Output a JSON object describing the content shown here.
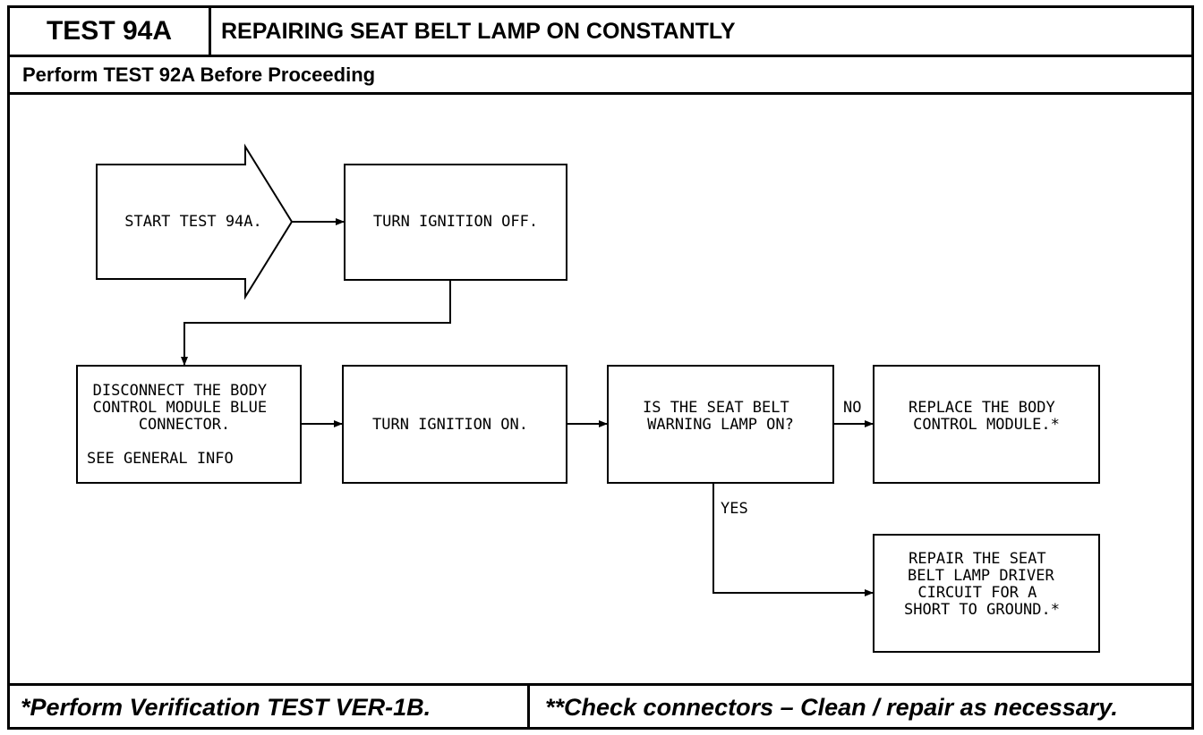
{
  "header": {
    "test_id": "TEST 94A",
    "title": "REPAIRING SEAT BELT LAMP ON CONSTANTLY",
    "prerequisite": "Perform TEST 92A Before Proceeding"
  },
  "flowchart": {
    "start": [
      "START TEST 94A."
    ],
    "step_ignition_off": [
      "TURN IGNITION OFF."
    ],
    "step_disconnect": [
      "DISCONNECT THE BODY",
      "CONTROL MODULE BLUE",
      "CONNECTOR.",
      "SEE GENERAL INFO"
    ],
    "step_ignition_on": [
      "TURN IGNITION ON."
    ],
    "decision_lamp": [
      "IS THE SEAT BELT",
      "WARNING LAMP ON?"
    ],
    "result_replace": [
      "REPLACE THE BODY",
      "CONTROL MODULE.*"
    ],
    "result_repair": [
      "REPAIR THE SEAT",
      "BELT LAMP DRIVER",
      "CIRCUIT FOR A",
      "SHORT TO GROUND.*"
    ],
    "label_no": "NO",
    "label_yes": "YES"
  },
  "footer": {
    "left": "*Perform Verification TEST VER-1B.",
    "right": "**Check connectors – Clean / repair as necessary."
  }
}
